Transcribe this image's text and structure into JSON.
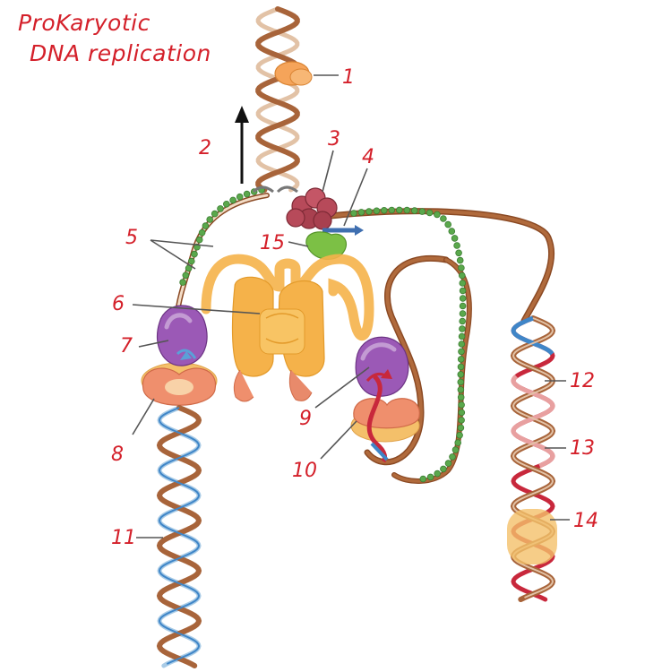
{
  "title": {
    "line1": "ProKaryotic",
    "line2": "DNA replication"
  },
  "labels": {
    "l1": "1",
    "l2": "2",
    "l3": "3",
    "l4": "4",
    "l5": "5",
    "l6": "6",
    "l7": "7",
    "l8": "8",
    "l9": "9",
    "l10": "10",
    "l11": "11",
    "l12": "12",
    "l13": "13",
    "l14": "14",
    "l15": "15"
  },
  "colors": {
    "label_ink": "#d4202a",
    "dna_brown": "#a8643a",
    "dna_tan": "#e2c2a6",
    "dna_blue": "#3f86c8",
    "dna_light_blue": "#a9cbe6",
    "dna_red": "#c8283c",
    "dna_pink": "#e8a0a0",
    "polymerase_core": "#f5b24a",
    "clamp_loader": "#9b59b6",
    "sliding_clamp": "#ef8f6d",
    "helicase": "#b74a5a",
    "primase": "#7cc045",
    "ssb": "#5aa84c",
    "primer_region": "#f4c06a"
  }
}
